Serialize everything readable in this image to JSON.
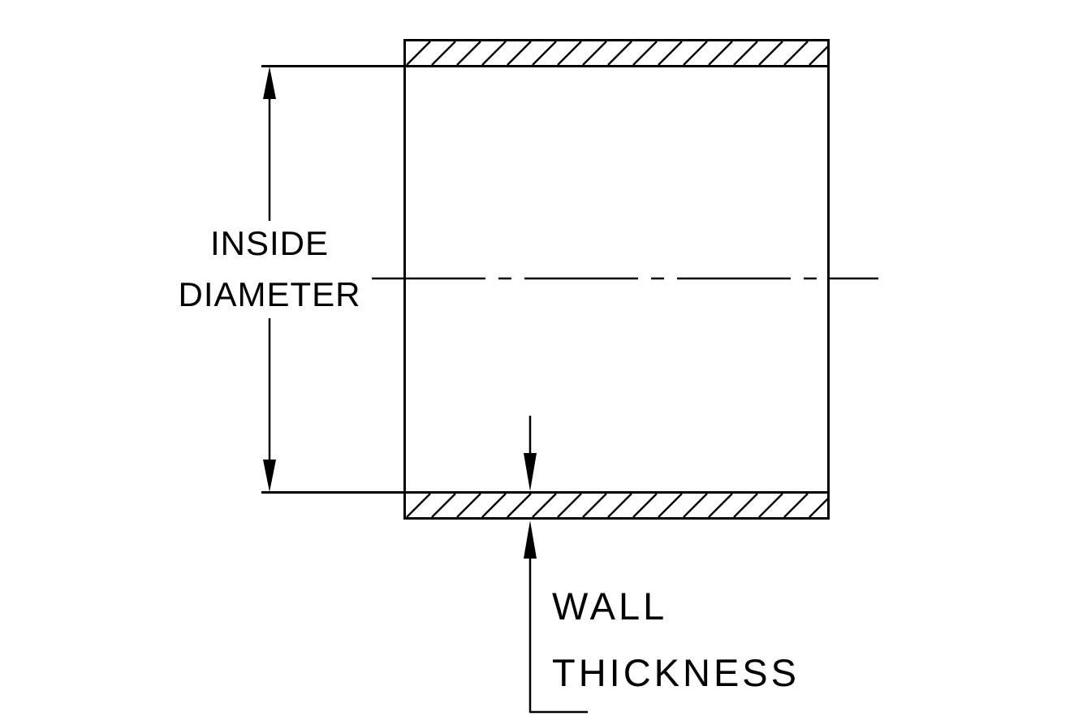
{
  "diagram": {
    "type": "technical-drawing",
    "annotations": {
      "inside_diameter": {
        "line1": "INSIDE",
        "line2": "DIAMETER"
      },
      "wall_thickness": {
        "line1": "WALL",
        "line2": "THICKNESS"
      }
    },
    "colors": {
      "line": "#000000",
      "background": "#ffffff"
    }
  }
}
